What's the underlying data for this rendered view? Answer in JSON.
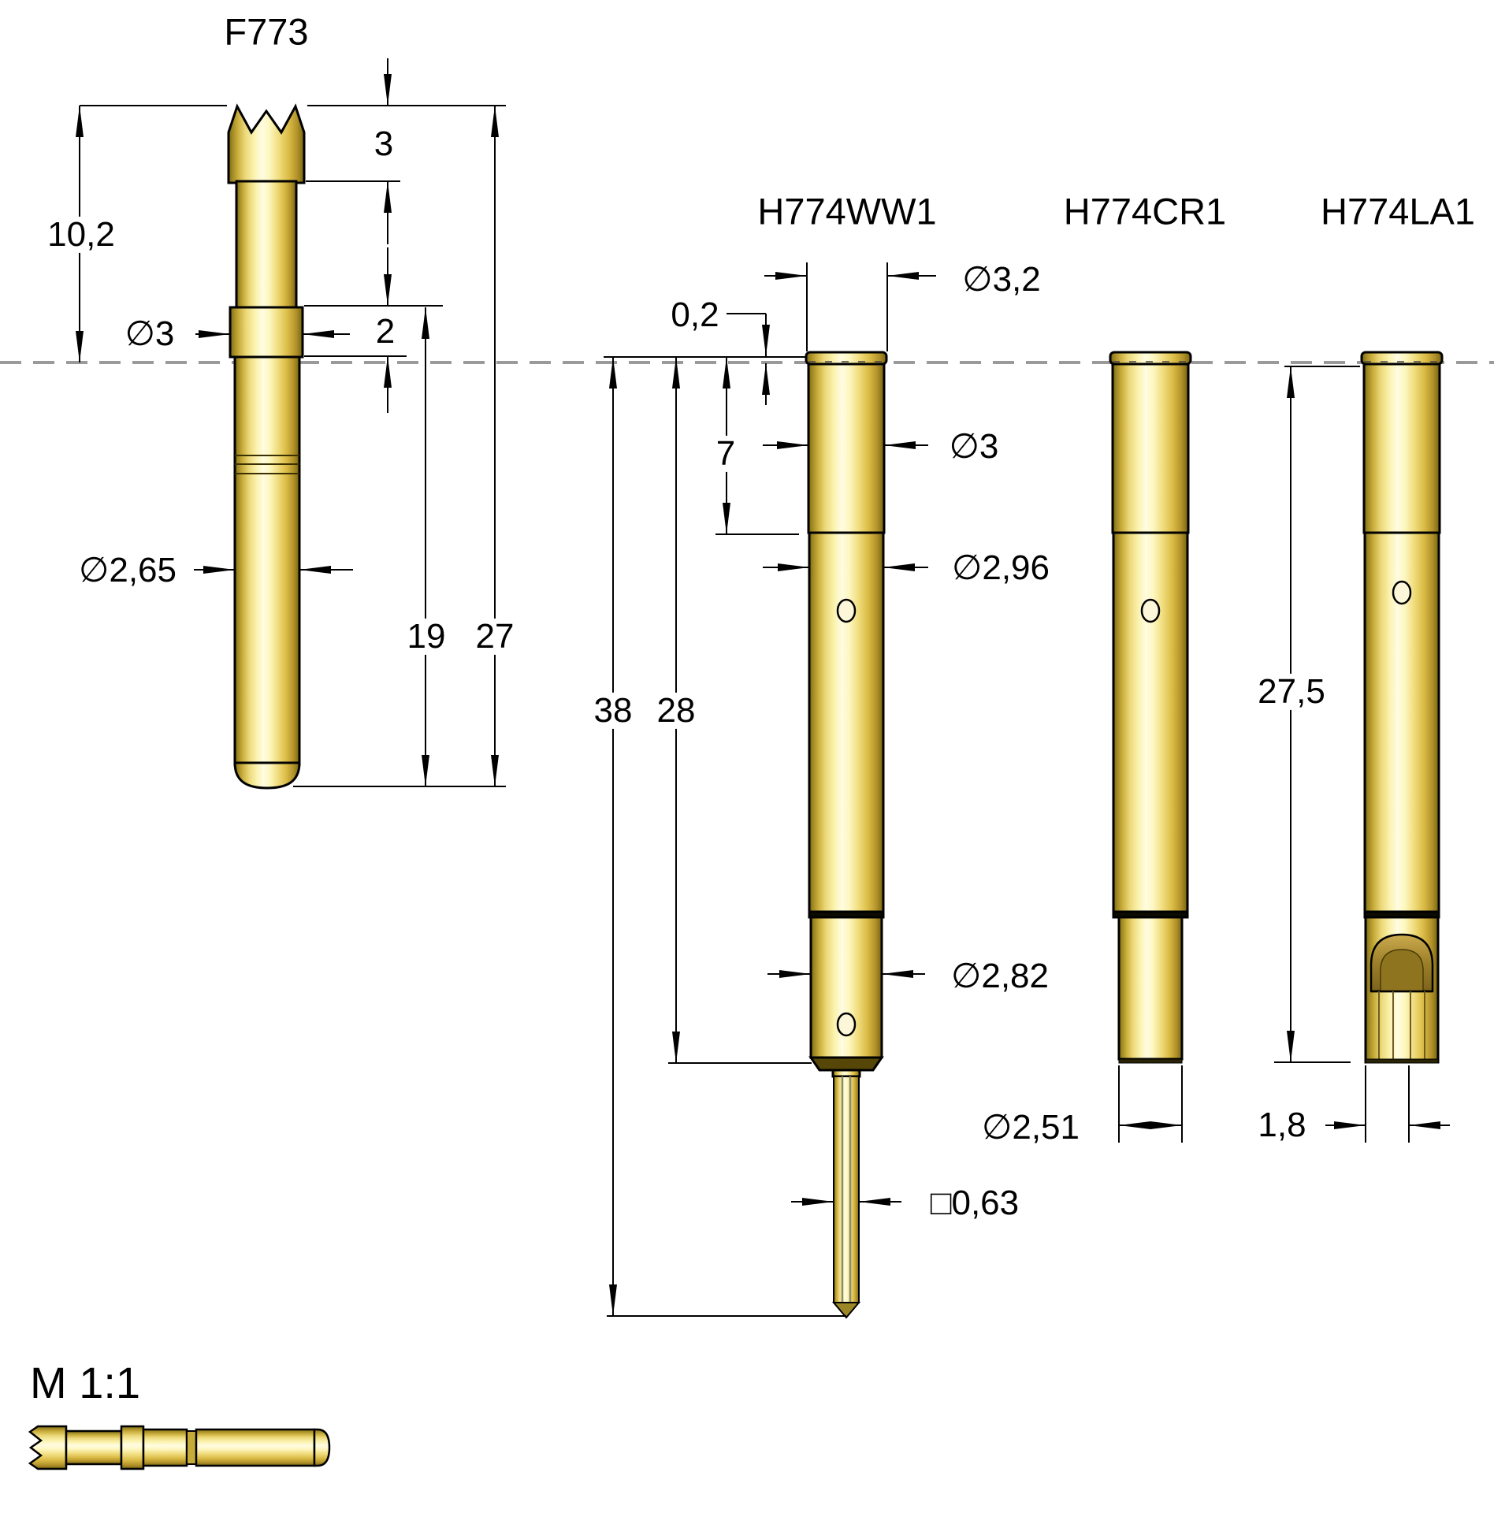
{
  "drawing": {
    "type": "technical-dimension-drawing",
    "scale_note": "M 1:1",
    "parts": [
      {
        "id": "f773",
        "label": "F773"
      },
      {
        "id": "h774ww1",
        "label": "H774WW1"
      },
      {
        "id": "h774cr1",
        "label": "H774CR1"
      },
      {
        "id": "h774la1",
        "label": "H774LA1"
      }
    ],
    "dimensions": {
      "f773": {
        "tip_length": "3",
        "length_above_plane": "10,2",
        "flange_diameter": "∅3",
        "flange_length": "2",
        "barrel_diameter": "∅2,65",
        "lower_length": "19",
        "overall_length": "27"
      },
      "h774ww1": {
        "collar_lip": "0,2",
        "collar_diameter": "∅3,2",
        "head_length": "7",
        "head_diameter": "∅3",
        "sleeve_diameter": "∅2,96",
        "overall_length": "38",
        "sleeve_length": "28",
        "tail_diameter": "∅2,82",
        "post_square": "□0,63"
      },
      "h774cr1": {
        "tail_diameter": "∅2,51"
      },
      "h774la1": {
        "insert_length": "27,5",
        "cup_width": "1,8"
      }
    },
    "colors": {
      "gold_dark": "#715e10",
      "gold_mid": "#e9d26b",
      "gold_light": "#fffce2",
      "outline": "#000000",
      "centerline_gray": "#9a9a9a"
    }
  }
}
